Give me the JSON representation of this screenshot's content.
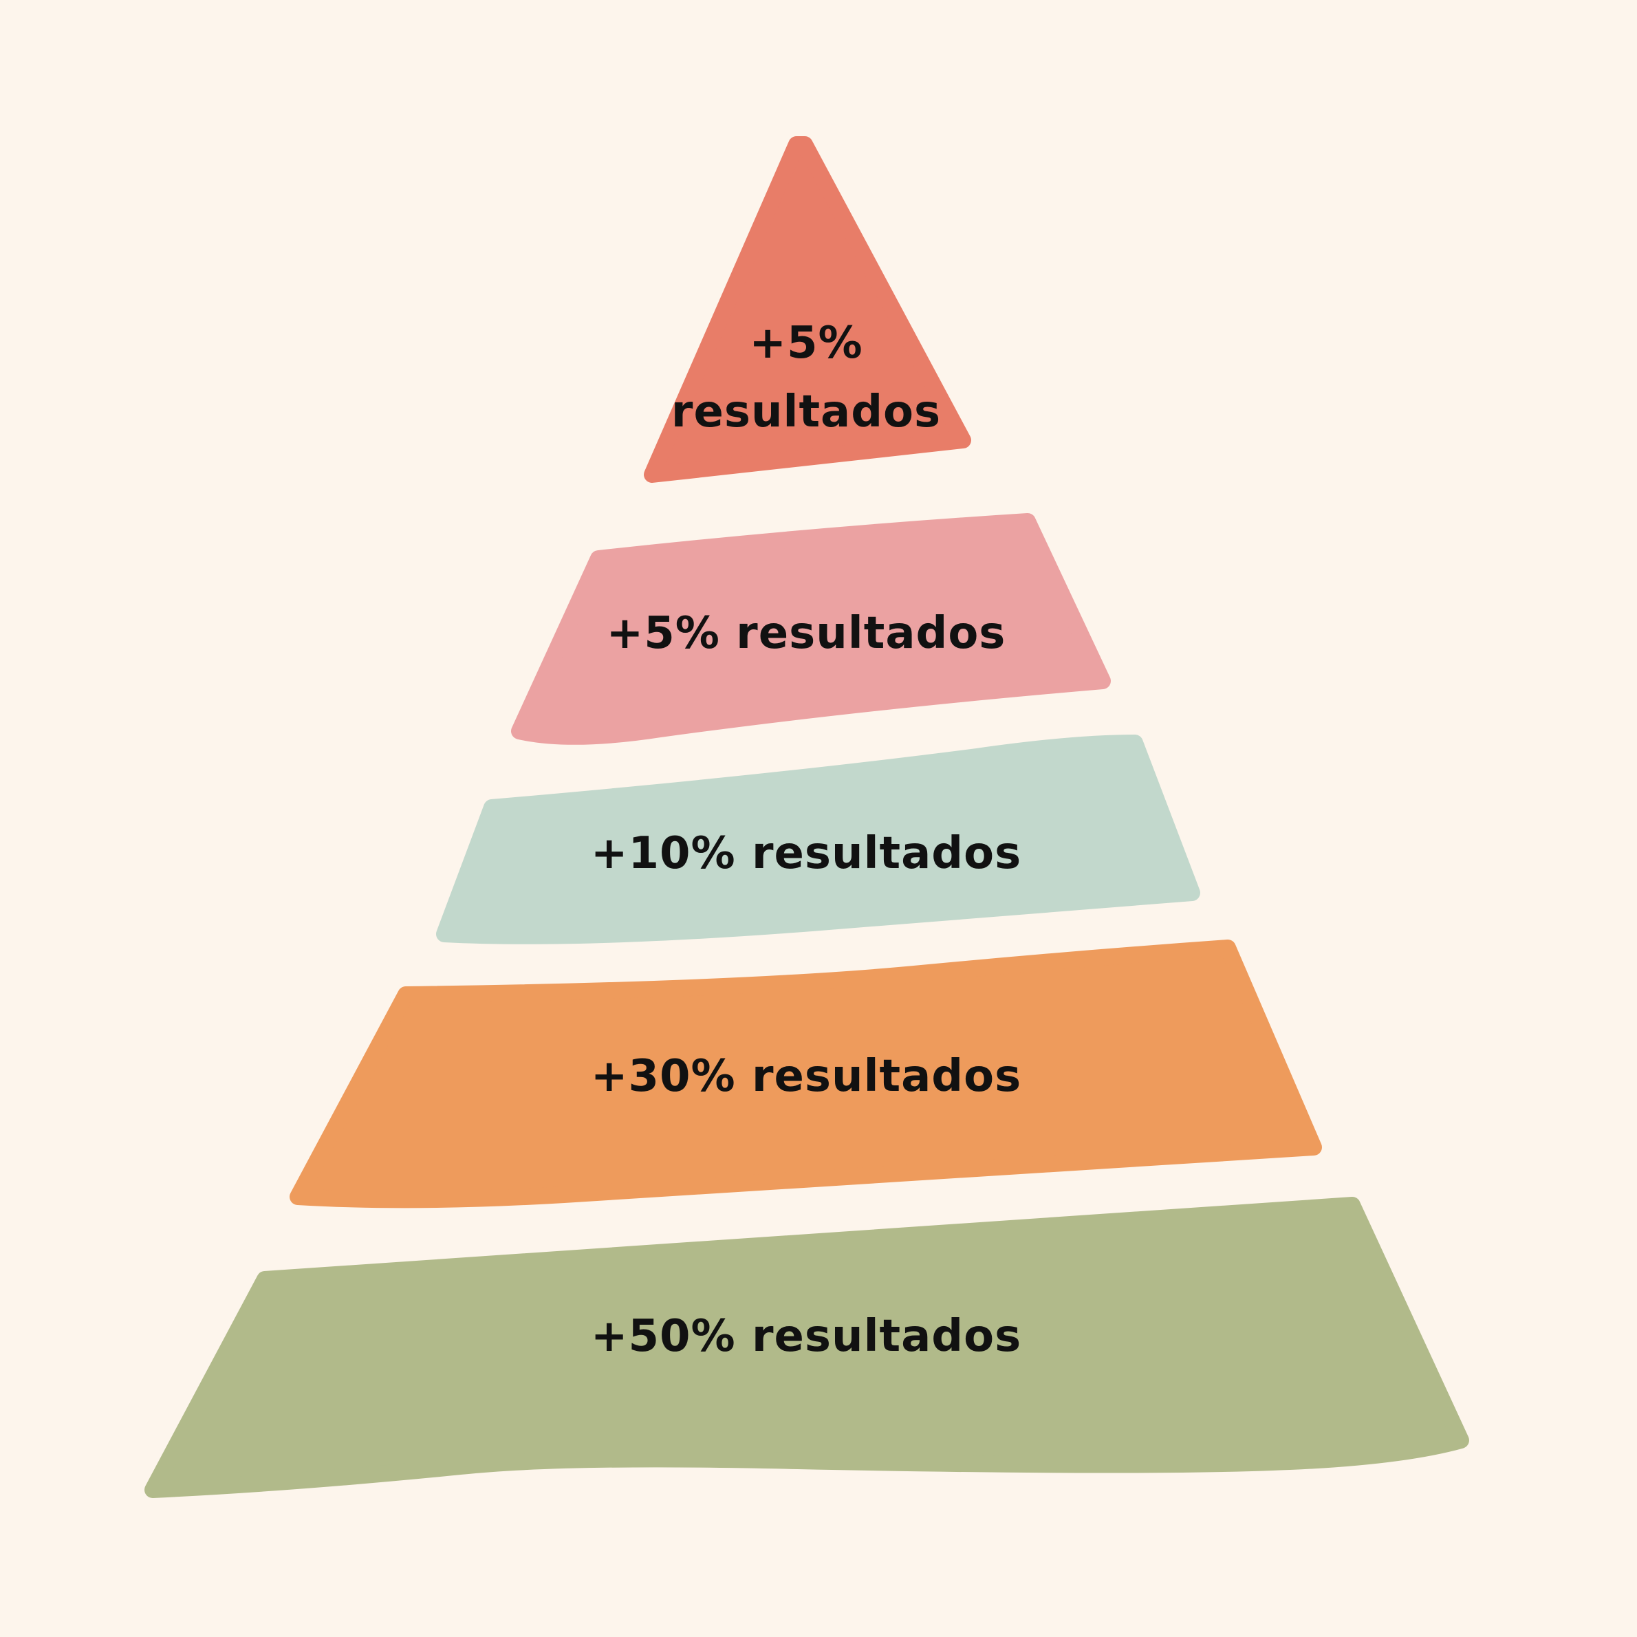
{
  "diagram": {
    "tiers": [
      {
        "label_line1": "+5%",
        "label_line2": "resultados",
        "color": "#E87D68"
      },
      {
        "label": "+5% resultados",
        "color": "#EBA2A2"
      },
      {
        "label": "+10% resultados",
        "color": "#C2D8CC"
      },
      {
        "label": "+30% resultados",
        "color": "#EE9B5C"
      },
      {
        "label": "+50% resultados",
        "color": "#B1BA8A"
      }
    ],
    "background": "#FDF5EC"
  }
}
